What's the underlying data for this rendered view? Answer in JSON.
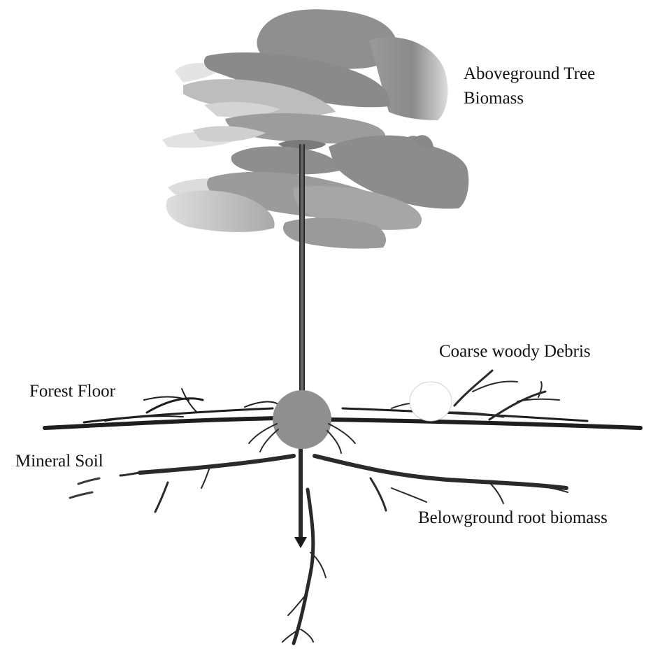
{
  "labels": {
    "aboveground_line1": "Aboveground Tree",
    "aboveground_line2": "Biomass",
    "coarse_woody_debris": "Coarse woody Debris",
    "forest_floor": "Forest Floor",
    "mineral_soil": "Mineral Soil",
    "belowground_root_biomass": "Belowground root biomass"
  },
  "colors": {
    "canopy_dark": "#8c8c8c",
    "canopy_mid": "#a8a8a8",
    "canopy_light": "#cfcfcf",
    "trunk": "#3a3a3a",
    "root_hub": "#8f8f8f",
    "ground": "#1e1e1e",
    "text": "#111111"
  }
}
